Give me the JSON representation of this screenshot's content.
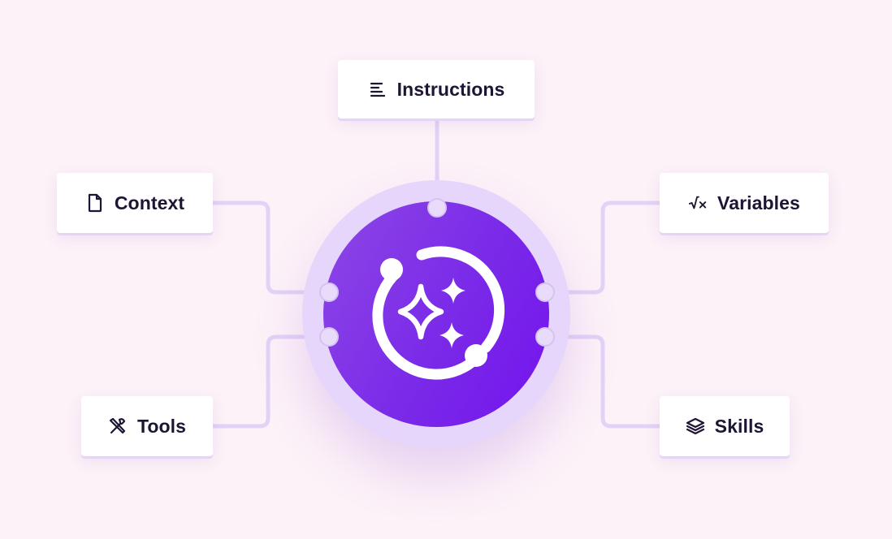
{
  "nodes": {
    "instructions": {
      "label": "Instructions",
      "icon": "align-left-icon"
    },
    "context": {
      "label": "Context",
      "icon": "file-icon"
    },
    "variables": {
      "label": "Variables",
      "icon": "square-root-variable-icon"
    },
    "tools": {
      "label": "Tools",
      "icon": "tools-icon"
    },
    "skills": {
      "label": "Skills",
      "icon": "layers-icon"
    }
  },
  "hub": {
    "icon": "ai-sparkles-orbit-icon"
  },
  "colors": {
    "background": "#fdf2f8",
    "hub_start": "#8d47e6",
    "hub_end": "#7413ee",
    "halo": "#e7d6fb",
    "connector": "#e2d3f6",
    "text": "#1e1433"
  }
}
